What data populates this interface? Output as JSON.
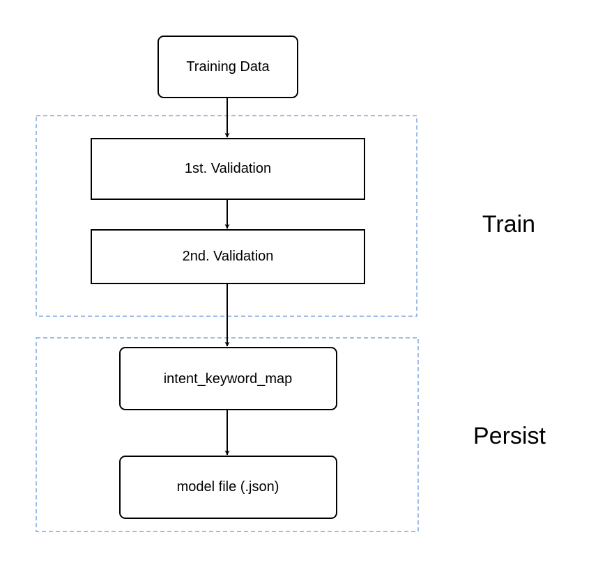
{
  "colors": {
    "group_border": "#7EA6E0",
    "node_border": "#000000",
    "text": "#000000",
    "background": "#ffffff"
  },
  "groups": {
    "train": {
      "label": "Train"
    },
    "persist": {
      "label": "Persist"
    }
  },
  "nodes": {
    "training_data": {
      "label": "Training Data"
    },
    "validation_1": {
      "label": "1st. Validation"
    },
    "validation_2": {
      "label": "2nd. Validation"
    },
    "intent_keyword_map": {
      "label": "intent_keyword_map"
    },
    "model_file": {
      "label": "model file (.json)"
    }
  }
}
